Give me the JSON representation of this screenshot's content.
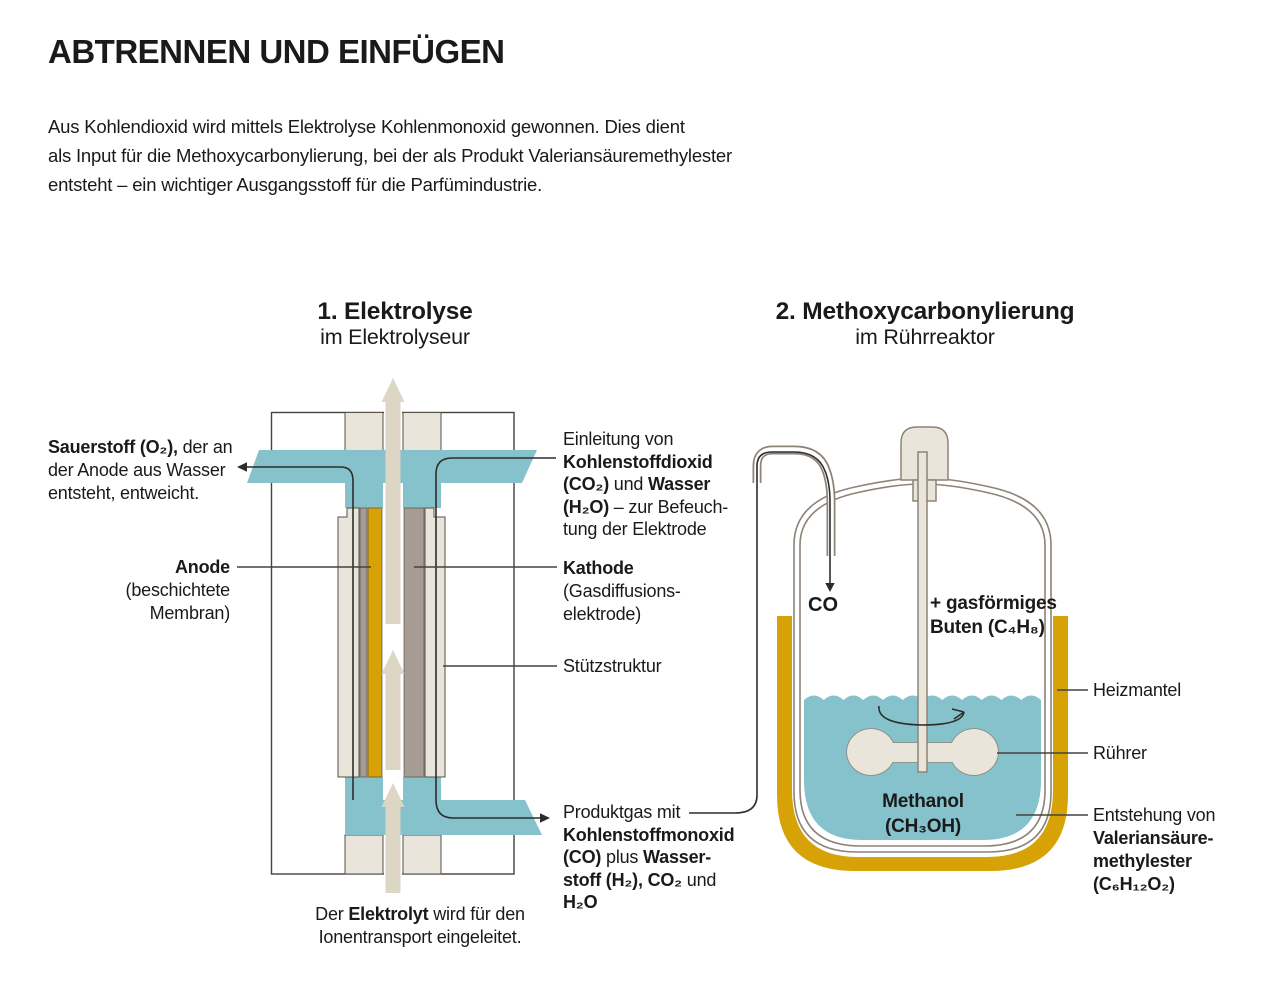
{
  "page": {
    "title": "ABTRENNEN UND EINFÜGEN",
    "intro": "Aus Kohlendioxid wird mittels Elektrolyse Kohlenmonoxid gewonnen. Dies dient\nals Input für die Methoxycarbonylierung, bei der als Produkt Valeriansäuremethylester\nentsteht – ein wichtiger Ausgangsstoff für die Parfümindustrie."
  },
  "sections": {
    "electrolysis": {
      "title": "1. Elektrolyse",
      "subtitle": "im Elektrolyseur"
    },
    "methoxy": {
      "title": "2. Methoxycarbonylierung",
      "subtitle": "im Rührreaktor"
    }
  },
  "electrolyzer": {
    "sauerstoff": {
      "b1": "Sauerstoff (O₂),",
      "r1": " der an",
      "l2": "der Anode aus Wasser",
      "l3": "entsteht, entweicht."
    },
    "anode": {
      "b1": "Anode",
      "l2": "(beschichtete",
      "l3": "Membran)"
    },
    "einleitung": {
      "l1": "Einleitung von",
      "l2b": "Kohlenstoffdioxid",
      "l3b1": "(CO₂)",
      "l3r": " und ",
      "l3b2": "Wasser",
      "l4b": "(H₂O)",
      "l4r": " – zur Befeuch-",
      "l5": "tung der Elektrode"
    },
    "kathode": {
      "b1": "Kathode",
      "l2": "(Gasdiffusions-",
      "l3": "elektrode)"
    },
    "stuetzstruktur": "Stützstruktur",
    "produktgas": {
      "l1": "Produktgas mit",
      "l2b": "Kohlenstoffmonoxid",
      "l3b1": "(CO)",
      "l3r": " plus ",
      "l3b2": "Wasser-",
      "l4b": "stoff (H₂), CO₂",
      "l4r": " und",
      "l5b": "H₂O"
    },
    "elektrolyt": {
      "r1": "Der ",
      "b1": "Elektrolyt",
      "r2": " wird für den",
      "l2": "Ionentransport eingeleitet."
    }
  },
  "reactor": {
    "co": "CO",
    "buten": {
      "l1": "+ gasförmiges",
      "l2": "Buten (C₄H₈)"
    },
    "heizmantel": "Heizmantel",
    "ruehrer": "Rührer",
    "methanol": {
      "l1": "Methanol",
      "l2": "(CH₃OH)"
    },
    "entstehung": {
      "l1": "Entstehung von",
      "l2b": "Valeriansäure-",
      "l3b": "methylester",
      "l4b": "(C₆H₁₂O₂)"
    }
  },
  "colors": {
    "teal": "#85C2CC",
    "gold": "#D7A206",
    "beige": "#EAE5DA",
    "arrow_beige": "#DDD6C5",
    "taupe": "#A69C94",
    "ink": "#1A1A1A",
    "line_dark": "#2E2D2B",
    "outline_tan": "#8D8478"
  }
}
